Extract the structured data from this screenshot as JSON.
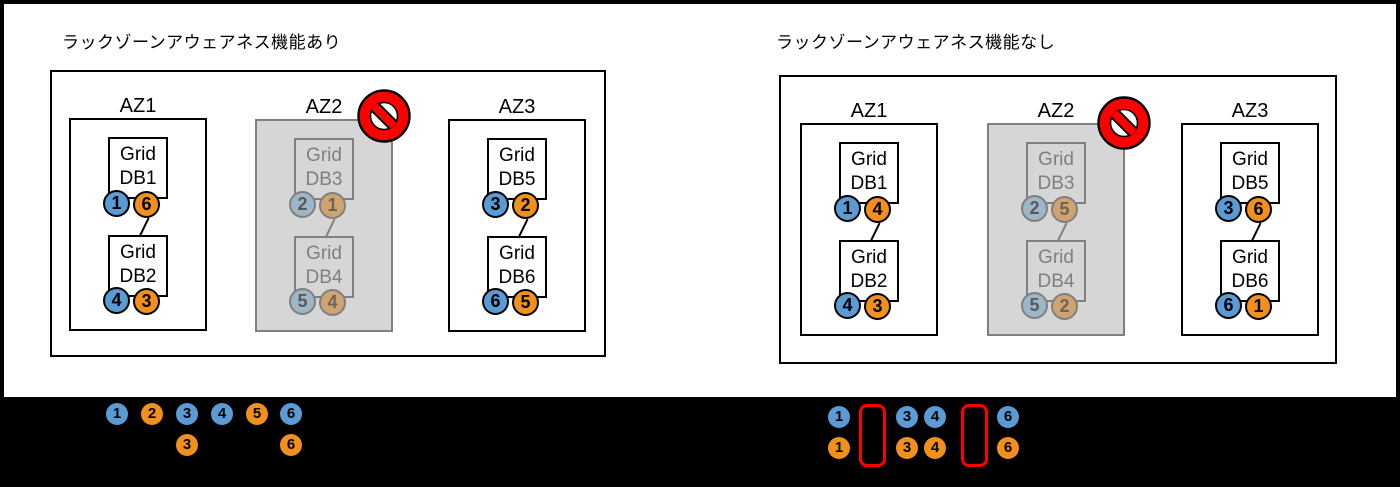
{
  "colors": {
    "blue": "#5B9BD5",
    "orange": "#F2901D",
    "blue_muted": "#9DB7C8",
    "orange_muted": "#D0A470",
    "disabled_az_background": "#D6D6D6",
    "prohibition_red": "#FF0000",
    "footer_background": "#000000"
  },
  "panels": [
    {
      "title": "ラックゾーンアウェアネス機能あり",
      "azs": [
        {
          "label": "AZ1",
          "disabled": false,
          "dbs": [
            {
              "line1": "Grid",
              "line2": "DB1",
              "chips": [
                {
                  "value": "1",
                  "color": "blue"
                },
                {
                  "value": "6",
                  "color": "orange"
                }
              ]
            },
            {
              "line1": "Grid",
              "line2": "DB2",
              "chips": [
                {
                  "value": "4",
                  "color": "blue"
                },
                {
                  "value": "3",
                  "color": "orange"
                }
              ]
            }
          ]
        },
        {
          "label": "AZ2",
          "disabled": true,
          "dbs": [
            {
              "line1": "Grid",
              "line2": "DB3",
              "chips": [
                {
                  "value": "2",
                  "color": "blue-muted"
                },
                {
                  "value": "1",
                  "color": "orange-muted"
                }
              ]
            },
            {
              "line1": "Grid",
              "line2": "DB4",
              "chips": [
                {
                  "value": "5",
                  "color": "blue-muted"
                },
                {
                  "value": "4",
                  "color": "orange-muted"
                }
              ]
            }
          ]
        },
        {
          "label": "AZ3",
          "disabled": false,
          "dbs": [
            {
              "line1": "Grid",
              "line2": "DB5",
              "chips": [
                {
                  "value": "3",
                  "color": "blue"
                },
                {
                  "value": "2",
                  "color": "orange"
                }
              ]
            },
            {
              "line1": "Grid",
              "line2": "DB6",
              "chips": [
                {
                  "value": "6",
                  "color": "blue"
                },
                {
                  "value": "5",
                  "color": "orange"
                }
              ]
            }
          ]
        }
      ],
      "footer": {
        "row1": [
          {
            "value": "1",
            "color": "blue"
          },
          {
            "value": "2",
            "color": "orange"
          },
          {
            "value": "3",
            "color": "blue"
          },
          {
            "value": "4",
            "color": "blue"
          },
          {
            "value": "5",
            "color": "orange"
          },
          {
            "value": "6",
            "color": "blue"
          }
        ],
        "row2": [
          {
            "value": "3",
            "color": "orange"
          },
          {
            "value": "6",
            "color": "orange"
          }
        ]
      }
    },
    {
      "title": "ラックゾーンアウェアネス機能なし",
      "azs": [
        {
          "label": "AZ1",
          "disabled": false,
          "dbs": [
            {
              "line1": "Grid",
              "line2": "DB1",
              "chips": [
                {
                  "value": "1",
                  "color": "blue"
                },
                {
                  "value": "4",
                  "color": "orange"
                }
              ]
            },
            {
              "line1": "Grid",
              "line2": "DB2",
              "chips": [
                {
                  "value": "4",
                  "color": "blue"
                },
                {
                  "value": "3",
                  "color": "orange"
                }
              ]
            }
          ]
        },
        {
          "label": "AZ2",
          "disabled": true,
          "dbs": [
            {
              "line1": "Grid",
              "line2": "DB3",
              "chips": [
                {
                  "value": "2",
                  "color": "blue-muted"
                },
                {
                  "value": "5",
                  "color": "orange-muted"
                }
              ]
            },
            {
              "line1": "Grid",
              "line2": "DB4",
              "chips": [
                {
                  "value": "5",
                  "color": "blue-muted"
                },
                {
                  "value": "2",
                  "color": "orange-muted"
                }
              ]
            }
          ]
        },
        {
          "label": "AZ3",
          "disabled": false,
          "dbs": [
            {
              "line1": "Grid",
              "line2": "DB5",
              "chips": [
                {
                  "value": "3",
                  "color": "blue"
                },
                {
                  "value": "6",
                  "color": "orange"
                }
              ]
            },
            {
              "line1": "Grid",
              "line2": "DB6",
              "chips": [
                {
                  "value": "6",
                  "color": "blue"
                },
                {
                  "value": "1",
                  "color": "orange"
                }
              ]
            }
          ]
        }
      ],
      "footer": {
        "row1": [
          {
            "value": "1",
            "color": "blue"
          },
          {
            "value": "3",
            "color": "blue"
          },
          {
            "value": "4",
            "color": "blue"
          },
          {
            "value": "6",
            "color": "blue"
          }
        ],
        "row2": [
          {
            "value": "1",
            "color": "orange"
          },
          {
            "value": "3",
            "color": "orange"
          },
          {
            "value": "4",
            "color": "orange"
          },
          {
            "value": "6",
            "color": "orange"
          }
        ]
      }
    }
  ]
}
